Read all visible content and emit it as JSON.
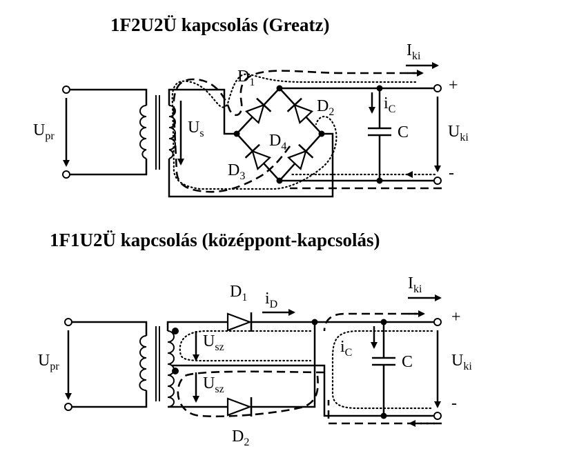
{
  "circuit1": {
    "title": "1F2U2Ü kapcsolás (Greatz)",
    "U_pr": {
      "main": "U",
      "sub": "pr"
    },
    "U_s": {
      "main": "U",
      "sub": "s"
    },
    "I_ki": {
      "main": "I",
      "sub": "ki"
    },
    "U_ki": {
      "main": "U",
      "sub": "ki"
    },
    "i_C": {
      "main": "i",
      "sub": "C"
    },
    "C": "C",
    "plus": "+",
    "minus": "-",
    "D1": {
      "main": "D",
      "sub": "1"
    },
    "D2": {
      "main": "D",
      "sub": "2"
    },
    "D3": {
      "main": "D",
      "sub": "3"
    },
    "D4": {
      "main": "D",
      "sub": "4"
    }
  },
  "circuit2": {
    "title": "1F1U2Ü kapcsolás (középpont-kapcsolás)",
    "U_pr": {
      "main": "U",
      "sub": "pr"
    },
    "U_sz_top": {
      "main": "U",
      "sub": "sz"
    },
    "U_sz_bot": {
      "main": "U",
      "sub": "sz"
    },
    "I_ki": {
      "main": "I",
      "sub": "ki"
    },
    "U_ki": {
      "main": "U",
      "sub": "ki"
    },
    "i_D": {
      "main": "i",
      "sub": "D"
    },
    "i_C": {
      "main": "i",
      "sub": "C"
    },
    "C": "C",
    "plus": "+",
    "minus": "-",
    "D1": {
      "main": "D",
      "sub": "1"
    },
    "D2": {
      "main": "D",
      "sub": "2"
    }
  }
}
